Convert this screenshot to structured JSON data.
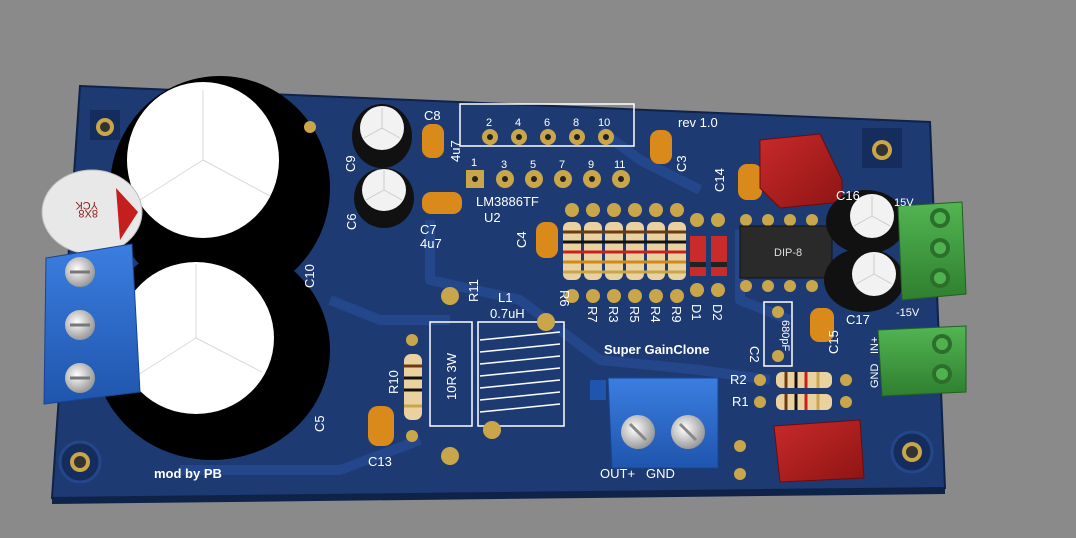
{
  "board": {
    "revision": "rev 1.0",
    "title": "Super GainClone",
    "author": "mod by PB",
    "ic_main": "LM3886TF",
    "ic_main_ref": "U2",
    "ic_dip": "DIP-8"
  },
  "colors": {
    "background": "#8a8a8a",
    "pcb": "#1d3a72",
    "pcb_dark": "#152d5c",
    "pad": "#c9a64a",
    "terminal_blue": "#2a67c9",
    "terminal_green": "#3c9a3c",
    "cap_red": "#b81f1f",
    "cap_orange": "#d98a1a"
  },
  "labels": {
    "c8": "C8",
    "c8_val": "4u7",
    "c7": "C7",
    "c7_val": "4u7",
    "c9": "C9",
    "c6": "C6",
    "c3": "C3",
    "c4": "C4",
    "c10": "C10",
    "c5": "C5",
    "c13": "C13",
    "c14": "C14",
    "c16": "C16",
    "c17": "C17",
    "c15": "C15",
    "c2": "C2",
    "c2_val": "680pF",
    "r11": "R11",
    "r10": "R10",
    "r10_val": "10R 3W",
    "l1": "L1",
    "l1_val": "0.7uH",
    "r6": "R6",
    "r7": "R7",
    "r3": "R3",
    "r5": "R5",
    "r4": "R4",
    "r9": "R9",
    "d1": "D1",
    "d2": "D2",
    "r1": "R1",
    "r2": "R2",
    "plus15": "15V",
    "minus15": "-15V",
    "in_plus": "IN+",
    "gnd": "GND",
    "out_plus": "OUT+",
    "out_gnd": "GND",
    "elyt_brand": "YCK",
    "elyt_val": "8X8",
    "pin2": "2",
    "pin4": "4",
    "pin6": "6",
    "pin8": "8",
    "pin10": "10",
    "pin1": "1",
    "pin3": "3",
    "pin5": "5",
    "pin7": "7",
    "pin9": "9",
    "pin11": "11"
  }
}
